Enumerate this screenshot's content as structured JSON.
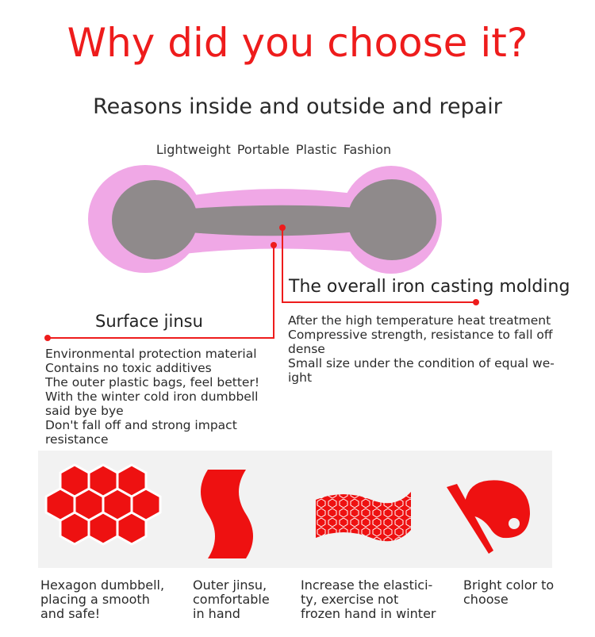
{
  "header": {
    "title": "Why did you choose it?",
    "subtitle": "Reasons inside and outside and repair",
    "features": "Lightweight  Portable  Plastic  Fashion"
  },
  "diagram": {
    "callouts": [
      {
        "label": "The overall iron casting molding",
        "lines": [
          "After the high temperature heat treatment",
          "Compressive strength, resistance to fall off",
          "dense",
          "Small size under the condition of equal we-",
          "ight"
        ]
      },
      {
        "label": "Surface jinsu",
        "lines": [
          "Environmental protection material",
          "Contains no toxic additives",
          "The outer plastic bags, feel better!",
          "With the winter cold iron dumbbell",
          "said bye bye",
          "Don't fall off and strong impact resistance"
        ]
      }
    ]
  },
  "features_panel": {
    "items": [
      {
        "icon": "hexagon-cluster-icon",
        "lines": [
          "Hexagon dumbbell,",
          "placing a smooth",
          "and safe!"
        ]
      },
      {
        "icon": "wavy-strip-icon",
        "lines": [
          "Outer jinsu,",
          "comfortable",
          "in hand"
        ]
      },
      {
        "icon": "hex-mesh-wave-icon",
        "lines": [
          "Increase the elastici-",
          "ty, exercise not",
          "frozen hand in winter"
        ]
      },
      {
        "icon": "paint-palette-icon",
        "lines": [
          "Bright color to",
          "choose"
        ]
      }
    ]
  },
  "colors": {
    "accent_red": "#ee1c1c",
    "dumbbell_pink": "#f0a8e6",
    "dumbbell_gray": "#8f8a8b",
    "panel_bg": "#f2f2f2"
  }
}
